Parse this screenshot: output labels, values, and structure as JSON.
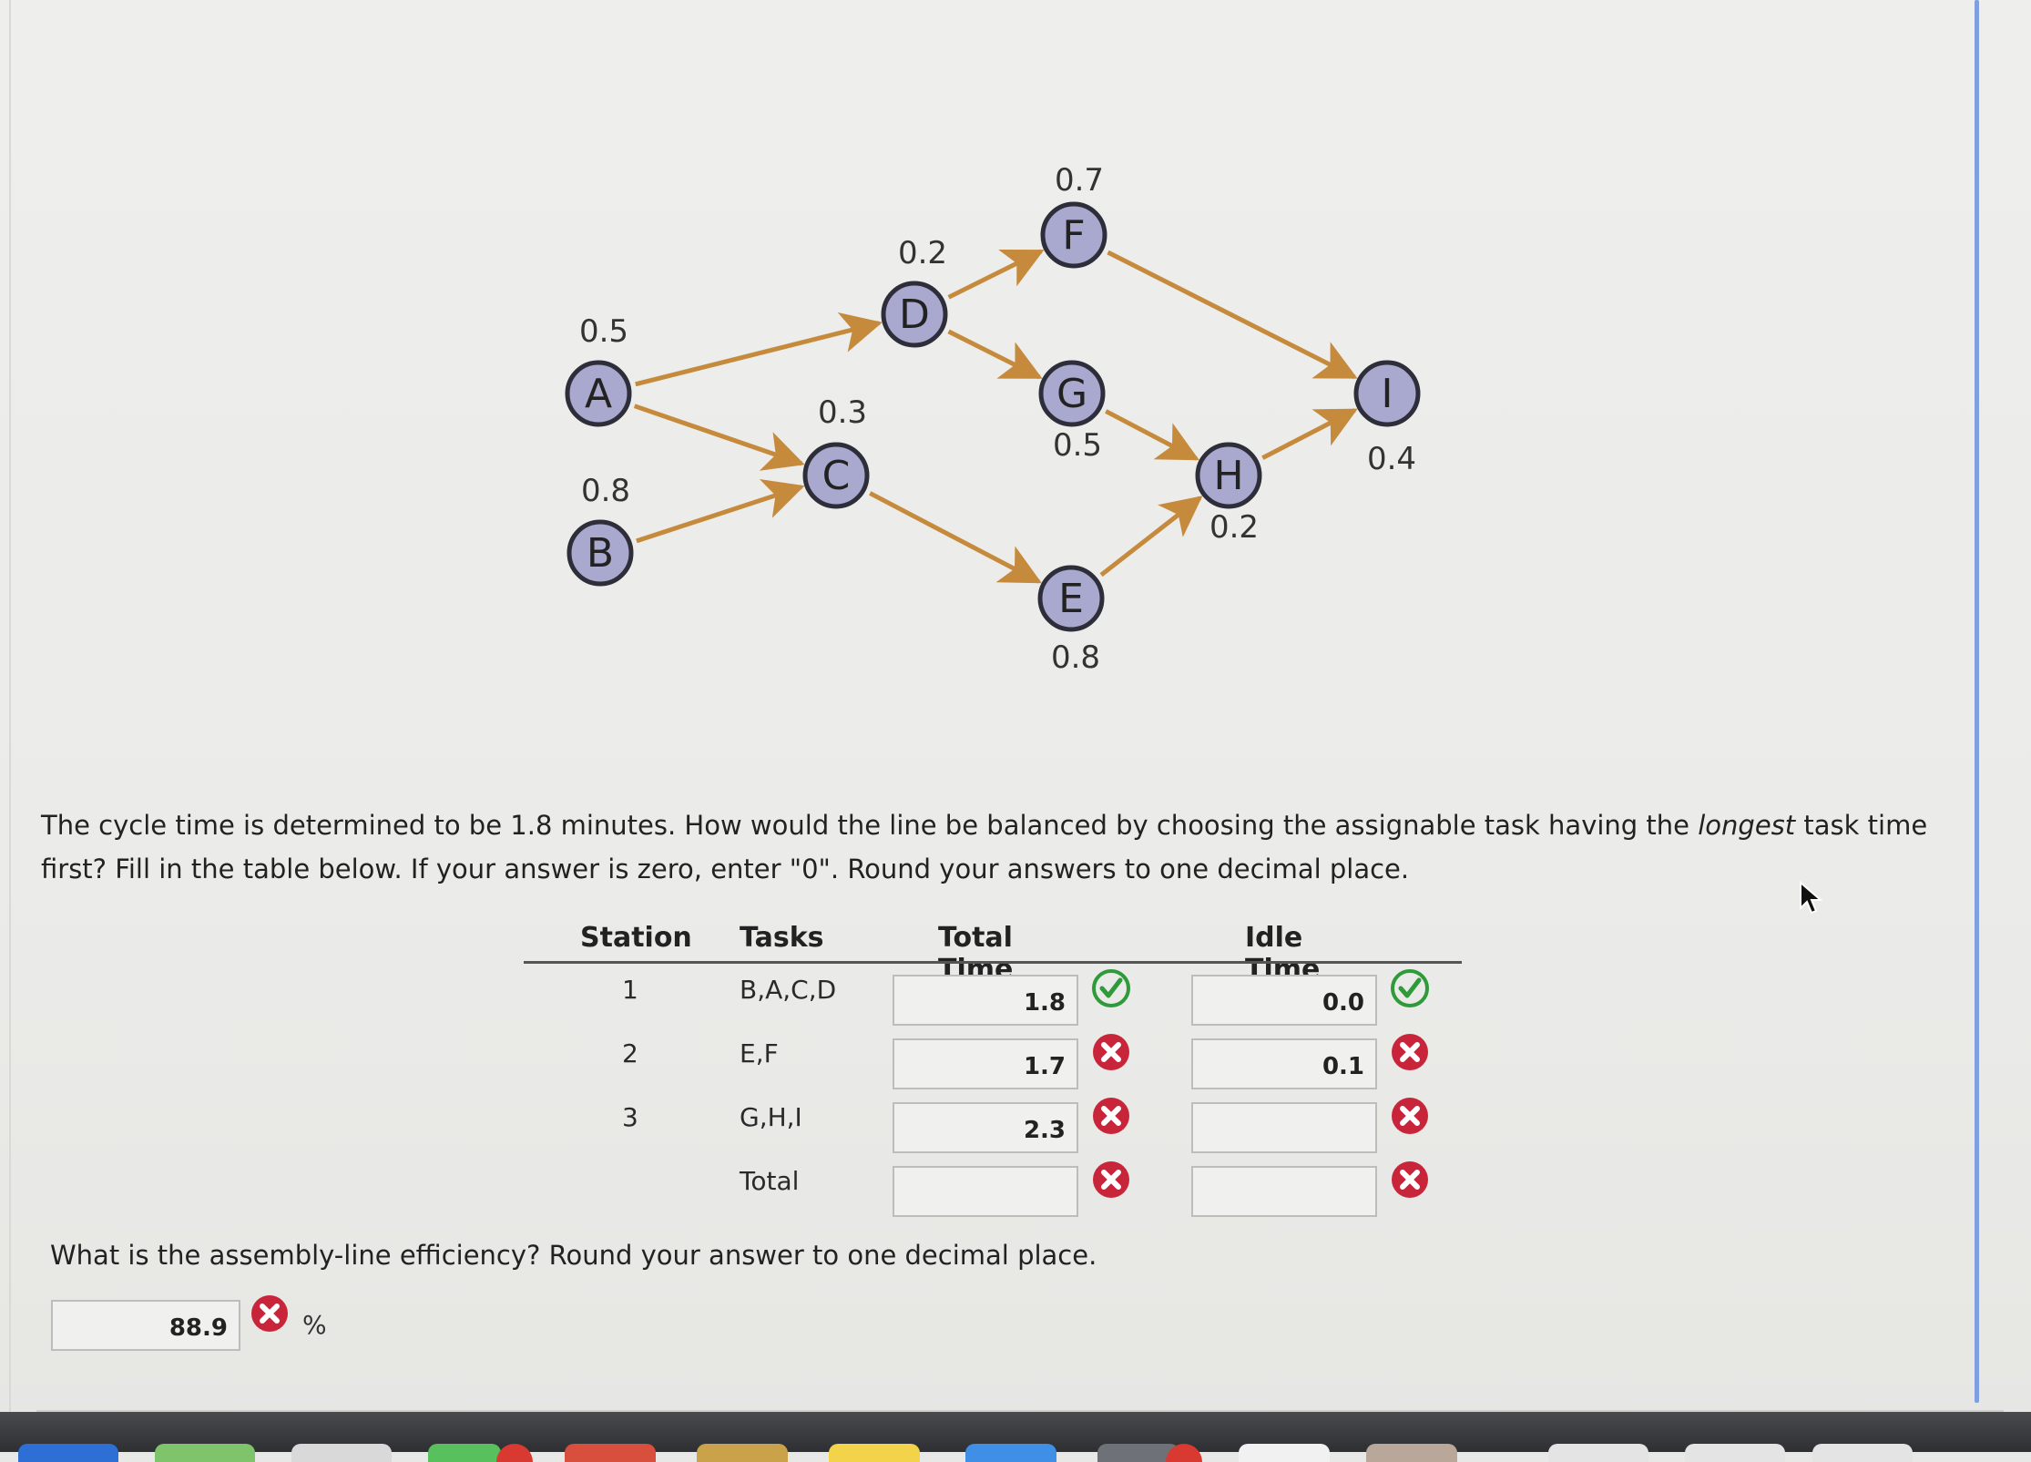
{
  "diagram": {
    "nodes": [
      {
        "id": "A",
        "duration": "0.5"
      },
      {
        "id": "B",
        "duration": "0.8"
      },
      {
        "id": "C",
        "duration": "0.3"
      },
      {
        "id": "D",
        "duration": "0.2"
      },
      {
        "id": "E",
        "duration": "0.8"
      },
      {
        "id": "F",
        "duration": "0.7"
      },
      {
        "id": "G",
        "duration": "0.5"
      },
      {
        "id": "H",
        "duration": "0.2"
      },
      {
        "id": "I",
        "duration": "0.4"
      }
    ],
    "edges": [
      [
        "A",
        "D"
      ],
      [
        "A",
        "C"
      ],
      [
        "B",
        "C"
      ],
      [
        "C",
        "E"
      ],
      [
        "D",
        "F"
      ],
      [
        "D",
        "G"
      ],
      [
        "F",
        "I"
      ],
      [
        "G",
        "H"
      ],
      [
        "E",
        "H"
      ],
      [
        "H",
        "I"
      ]
    ]
  },
  "question1": {
    "part1": "The cycle time is determined to be 1.8 minutes. How would the line be balanced by choosing the assignable task having the ",
    "emphasis": "longest",
    "part2": " task time first? Fill in the table below. If your answer is zero, enter \"0\". Round your answers to one decimal place."
  },
  "table": {
    "headers": {
      "station": "Station",
      "tasks": "Tasks",
      "total_time": "Total Time",
      "idle_time": "Idle Time"
    },
    "rows": [
      {
        "station": "1",
        "tasks": "B,A,C,D",
        "total_time": "1.8",
        "total_status": "correct",
        "idle_time": "0.0",
        "idle_status": "correct"
      },
      {
        "station": "2",
        "tasks": "E,F",
        "total_time": "1.7",
        "total_status": "incorrect",
        "idle_time": "0.1",
        "idle_status": "incorrect"
      },
      {
        "station": "3",
        "tasks": "G,H,I",
        "total_time": "2.3",
        "total_status": "incorrect",
        "idle_time": "",
        "idle_status": "incorrect"
      },
      {
        "station": "",
        "tasks": "Total",
        "total_time": "",
        "total_status": "incorrect",
        "idle_time": "",
        "idle_status": "incorrect"
      }
    ]
  },
  "question2": {
    "text": "What is the assembly-line efficiency? Round your answer to one decimal place.",
    "answer": "88.9",
    "status": "incorrect",
    "unit": "%"
  },
  "colors": {
    "arrow": "#c58a3c",
    "node_fill": "#a9a8cf",
    "node_stroke": "#2e2e3a",
    "correct": "#2f9a3a",
    "incorrect": "#c8243a"
  },
  "icons": {
    "correct": "check-circle-icon",
    "incorrect": "x-circle-icon",
    "cursor": "mouse-pointer-icon"
  }
}
